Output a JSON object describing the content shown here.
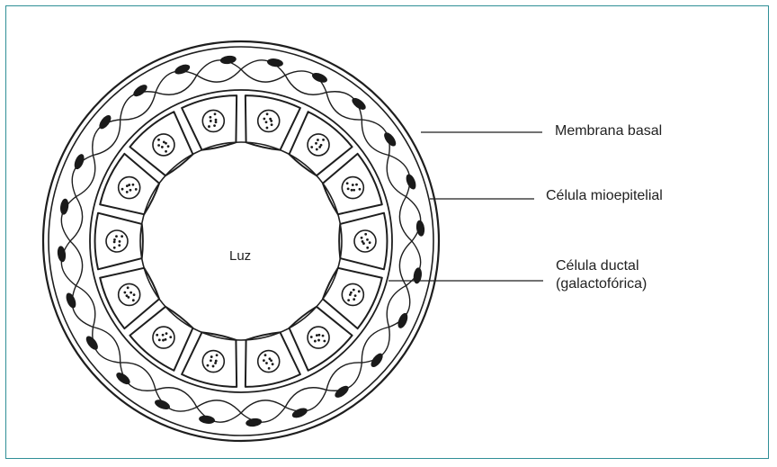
{
  "labels": {
    "lumen": "Luz",
    "basement_membrane": "Membrana basal",
    "myoepithelial_cell": "Célula mioepitelial",
    "ductal_cell_line1": "Célula ductal",
    "ductal_cell_line2": "(galactofórica)"
  },
  "colors": {
    "frame": "#2f8f96",
    "ink": "#222222"
  },
  "icons": {
    "nucleus": "stippled-nucleus",
    "myoepithelial_nucleus": "dark-elongated-nucleus"
  }
}
